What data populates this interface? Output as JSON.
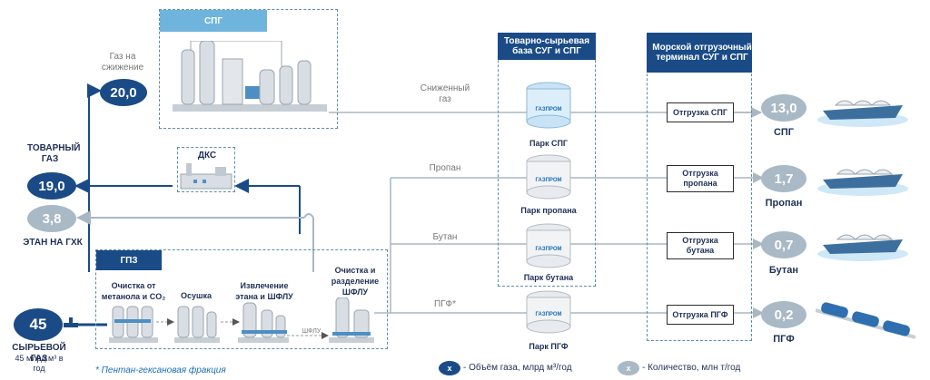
{
  "flows": {
    "lng_in": "20,0",
    "lng_in_label": "Газ на сжижение",
    "commercial": "19,0",
    "commercial_label": "ТОВАРНЫЙ ГАЗ",
    "ethane": "3,8",
    "ethane_label": "ЭТАН НА ГХК",
    "raw": "45",
    "raw_label": "СЫРЬЕВОЙ ГАЗ",
    "raw_sub": "45 млрд.м³ в год"
  },
  "units": {
    "spg": "СПГ",
    "dks": "ДКС",
    "gpz": "ГПЗ",
    "steps": [
      "Очистка от метанола и CO₂",
      "Осушка",
      "Извлечение этана и ШФЛУ",
      "Очистка и разделение ШФЛУ"
    ],
    "shflu": "ШФЛУ"
  },
  "lines": {
    "lng": "Сниженный газ",
    "propane": "Пропан",
    "butane": "Бутан",
    "pgf": "ПГФ*"
  },
  "storage": {
    "title": "Товарно-сырьевая база СУГ и СПГ",
    "parks": [
      "Парк СПГ",
      "Парк пропана",
      "Парк бутана",
      "Парк ПГФ"
    ],
    "brand": "ГАЗПРОМ"
  },
  "terminal": {
    "title": "Морской отгрузочный терминал СУГ и СПГ",
    "boxes": [
      "Отгрузка СПГ",
      "Отгрузка пропана",
      "Отгрузка бутана",
      "Отгрузка ПГФ"
    ]
  },
  "outputs": [
    {
      "value": "13,0",
      "label": "СПГ"
    },
    {
      "value": "1,7",
      "label": "Пропан"
    },
    {
      "value": "0,7",
      "label": "Бутан"
    },
    {
      "value": "0,2",
      "label": "ПГФ"
    }
  ],
  "footnote": "* Пентан-гексановая фракция",
  "legend": {
    "dark_marker": "x",
    "dark_text": "- Объём газа, млрд м³/год",
    "light_marker": "x",
    "light_text": "- Количество, млн т/год"
  },
  "colors": {
    "dark": "#1a4b87",
    "light": "#a9b9c6",
    "line_dark": "#1a4b87",
    "line_light": "#a8b7c4"
  }
}
